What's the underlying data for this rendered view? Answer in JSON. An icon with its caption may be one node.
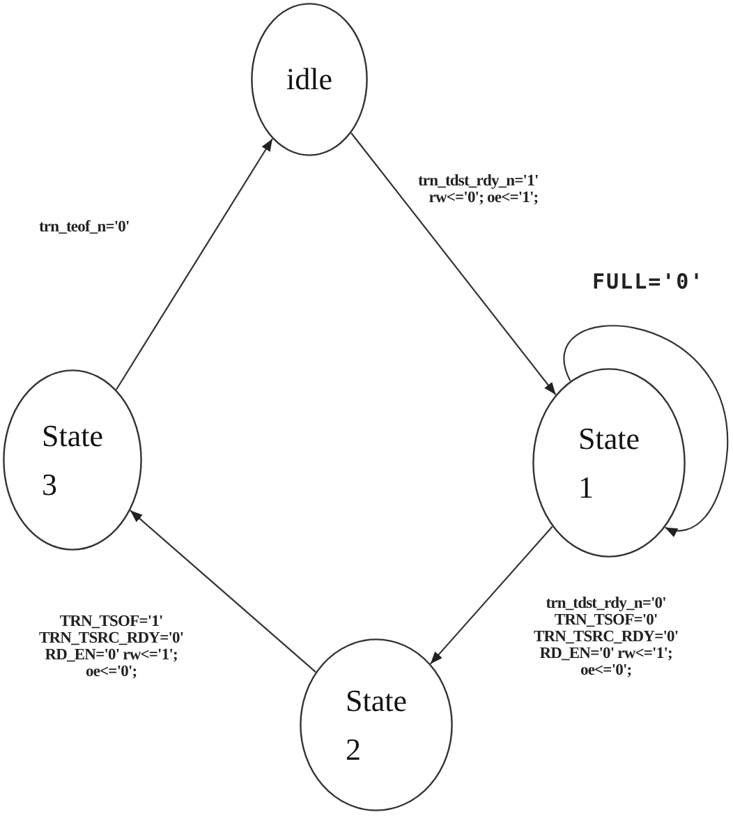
{
  "diagram": {
    "nodes": [
      {
        "text": [
          "idle"
        ]
      },
      {
        "text": [
          "State 1"
        ]
      },
      {
        "text": [
          "State 2"
        ]
      },
      {
        "text": [
          "State 3"
        ]
      }
    ],
    "edges": [
      {
        "from": 0,
        "to": 1,
        "arrow": "to",
        "label": "trn_tdst_rdy_n='1' rw<='0'; oe<='1';"
      },
      {
        "from": 1,
        "to": 1,
        "arrow": "to",
        "label": "FULL='0'"
      },
      {
        "from": 1,
        "to": 2,
        "arrow": "to",
        "label": "trn_tdst_rdy_n='0' TRN_TSOF='0' TRN_TSRC_RDY='0' RD_EN='0' rw<='1'; oe<='0';"
      },
      {
        "from": 2,
        "to": 3,
        "arrow": "to",
        "label": "TRN_TSOF='1' TRN_TSRC_RDY='0' RD_EN='0' rw<='1'; oe<='0';"
      },
      {
        "from": 3,
        "to": 0,
        "arrow": "to",
        "label": "trn_teof_n='0'"
      }
    ]
  }
}
